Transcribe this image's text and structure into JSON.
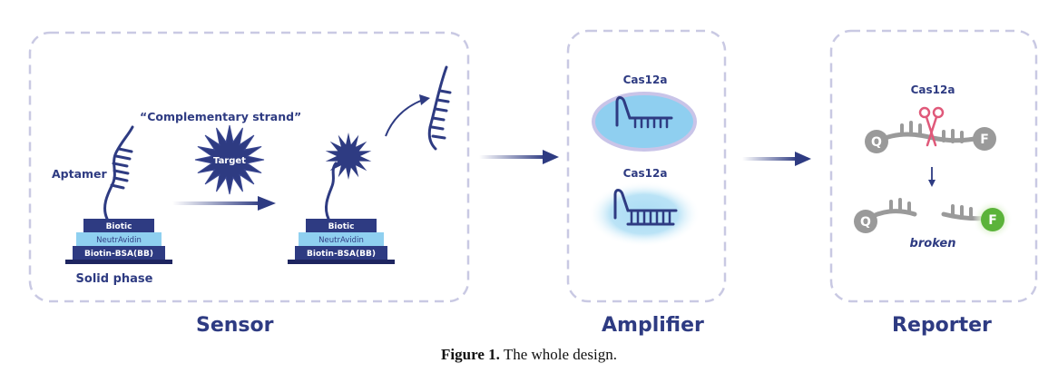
{
  "panels": {
    "sensor": {
      "title": "Sensor",
      "labels": {
        "complementary": "“Complementary strand”",
        "aptamer": "Aptamer",
        "target": "Target",
        "solid_phase": "Solid phase"
      },
      "stack": {
        "top": "Biotic",
        "middle": "NeutrAvidin",
        "bottom": "Biotin-BSA(BB)"
      }
    },
    "amplifier": {
      "title": "Amplifier",
      "cas_top": "Cas12a",
      "cas_bottom": "Cas12a"
    },
    "reporter": {
      "title": "Reporter",
      "cas": "Cas12a",
      "q": "Q",
      "f": "F",
      "broken": "broken"
    }
  },
  "caption": {
    "label": "Figure 1.",
    "text": " The whole design."
  },
  "colors": {
    "navy": "#2e3b82",
    "dash": "#c9c9e3",
    "light_blue": "#8fd0f0",
    "gray": "#9a9a9a",
    "green": "#5bb33a",
    "scissors": "#e0597a"
  }
}
